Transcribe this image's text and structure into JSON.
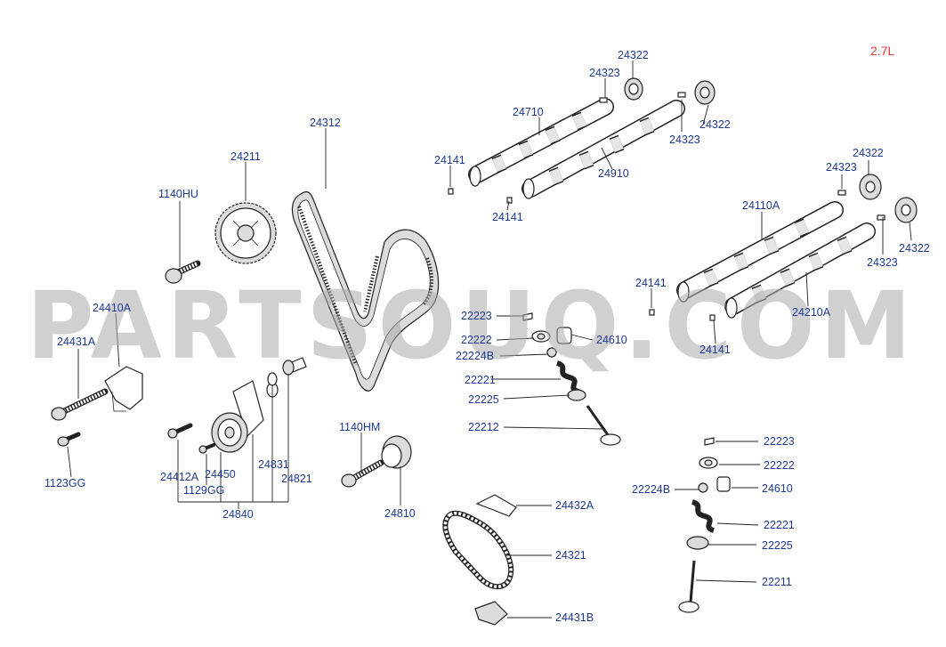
{
  "version_label": "2.7L",
  "watermark": "PARTSOUQ.COM",
  "parts": [
    {
      "id": "p0",
      "code": "24322"
    },
    {
      "id": "p1",
      "code": "24323"
    },
    {
      "id": "p2",
      "code": "24710"
    },
    {
      "id": "p3",
      "code": "24322"
    },
    {
      "id": "p4",
      "code": "24323"
    },
    {
      "id": "p5",
      "code": "24312"
    },
    {
      "id": "p6",
      "code": "24141"
    },
    {
      "id": "p7",
      "code": "24910"
    },
    {
      "id": "p8",
      "code": "24211"
    },
    {
      "id": "p9",
      "code": "24141"
    },
    {
      "id": "p10",
      "code": "1140HU"
    },
    {
      "id": "p11",
      "code": "24322"
    },
    {
      "id": "p12",
      "code": "24323"
    },
    {
      "id": "p13",
      "code": "24110A"
    },
    {
      "id": "p14",
      "code": "24322"
    },
    {
      "id": "p15",
      "code": "24323"
    },
    {
      "id": "p16",
      "code": "24141"
    },
    {
      "id": "p17",
      "code": "24210A"
    },
    {
      "id": "p18",
      "code": "24410A"
    },
    {
      "id": "p19",
      "code": "22223"
    },
    {
      "id": "p20",
      "code": "22222"
    },
    {
      "id": "p21",
      "code": "24610"
    },
    {
      "id": "p22",
      "code": "24431A"
    },
    {
      "id": "p23",
      "code": "22224B"
    },
    {
      "id": "p24",
      "code": "24141"
    },
    {
      "id": "p25",
      "code": "22221"
    },
    {
      "id": "p26",
      "code": "22225"
    },
    {
      "id": "p27",
      "code": "22212"
    },
    {
      "id": "p28",
      "code": "1140HM"
    },
    {
      "id": "p29",
      "code": "22223"
    },
    {
      "id": "p30",
      "code": "24831"
    },
    {
      "id": "p31",
      "code": "22222"
    },
    {
      "id": "p32",
      "code": "24412A"
    },
    {
      "id": "p33",
      "code": "24450"
    },
    {
      "id": "p34",
      "code": "24821"
    },
    {
      "id": "p35",
      "code": "1123GG"
    },
    {
      "id": "p36",
      "code": "1129GG"
    },
    {
      "id": "p37",
      "code": "22224B"
    },
    {
      "id": "p38",
      "code": "24610"
    },
    {
      "id": "p39",
      "code": "24840"
    },
    {
      "id": "p40",
      "code": "24432A"
    },
    {
      "id": "p41",
      "code": "24810"
    },
    {
      "id": "p42",
      "code": "22221"
    },
    {
      "id": "p43",
      "code": "22225"
    },
    {
      "id": "p44",
      "code": "24321"
    },
    {
      "id": "p45",
      "code": "22211"
    },
    {
      "id": "p46",
      "code": "24431B"
    }
  ]
}
